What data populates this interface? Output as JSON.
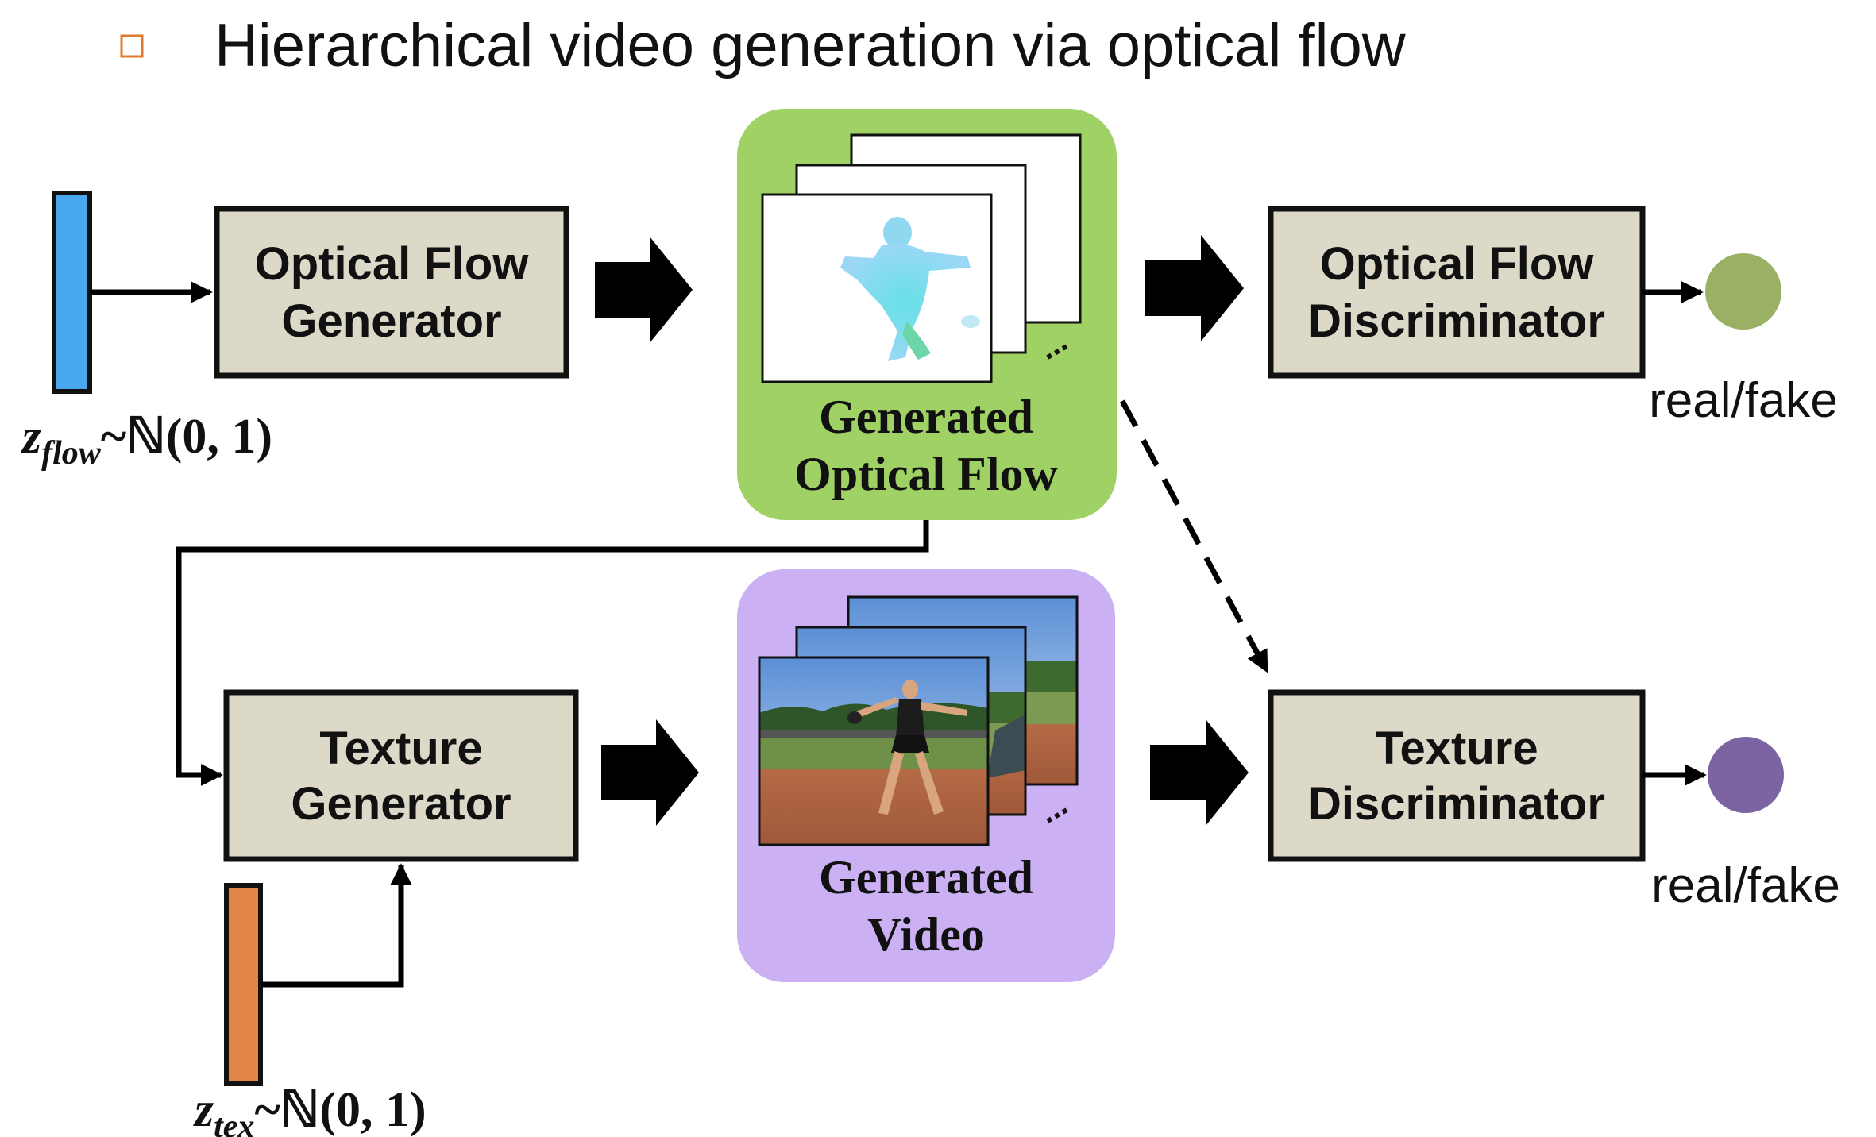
{
  "title": "Hierarchical video generation via optical flow",
  "colors": {
    "bullet": "#e07a2e",
    "flow_latent": "#4aa9ee",
    "tex_latent": "#e08544",
    "flow_panel": "#a0d165",
    "video_panel": "#cbb0f3",
    "flow_output": "#9ab165",
    "tex_output": "#7c64a3"
  },
  "nodes": {
    "flow_generator": {
      "line1": "Optical Flow",
      "line2": "Generator"
    },
    "texture_generator": {
      "line1": "Texture",
      "line2": "Generator"
    },
    "flow_discriminator": {
      "line1": "Optical Flow",
      "line2": "Discriminator"
    },
    "texture_discriminator": {
      "line1": "Texture",
      "line2": "Discriminator"
    },
    "generated_flow": {
      "line1": "Generated",
      "line2": "Optical Flow"
    },
    "generated_video": {
      "line1": "Generated",
      "line2": "Video"
    }
  },
  "latents": {
    "flow": {
      "symbol": "z",
      "subscript": "flow",
      "dist": "~ℕ(0, 1)"
    },
    "tex": {
      "symbol": "z",
      "subscript": "tex",
      "dist": "~ℕ(0, 1)"
    }
  },
  "outputs": {
    "flow_label": "real/fake",
    "tex_label": "real/fake"
  },
  "ellipsis": "..."
}
